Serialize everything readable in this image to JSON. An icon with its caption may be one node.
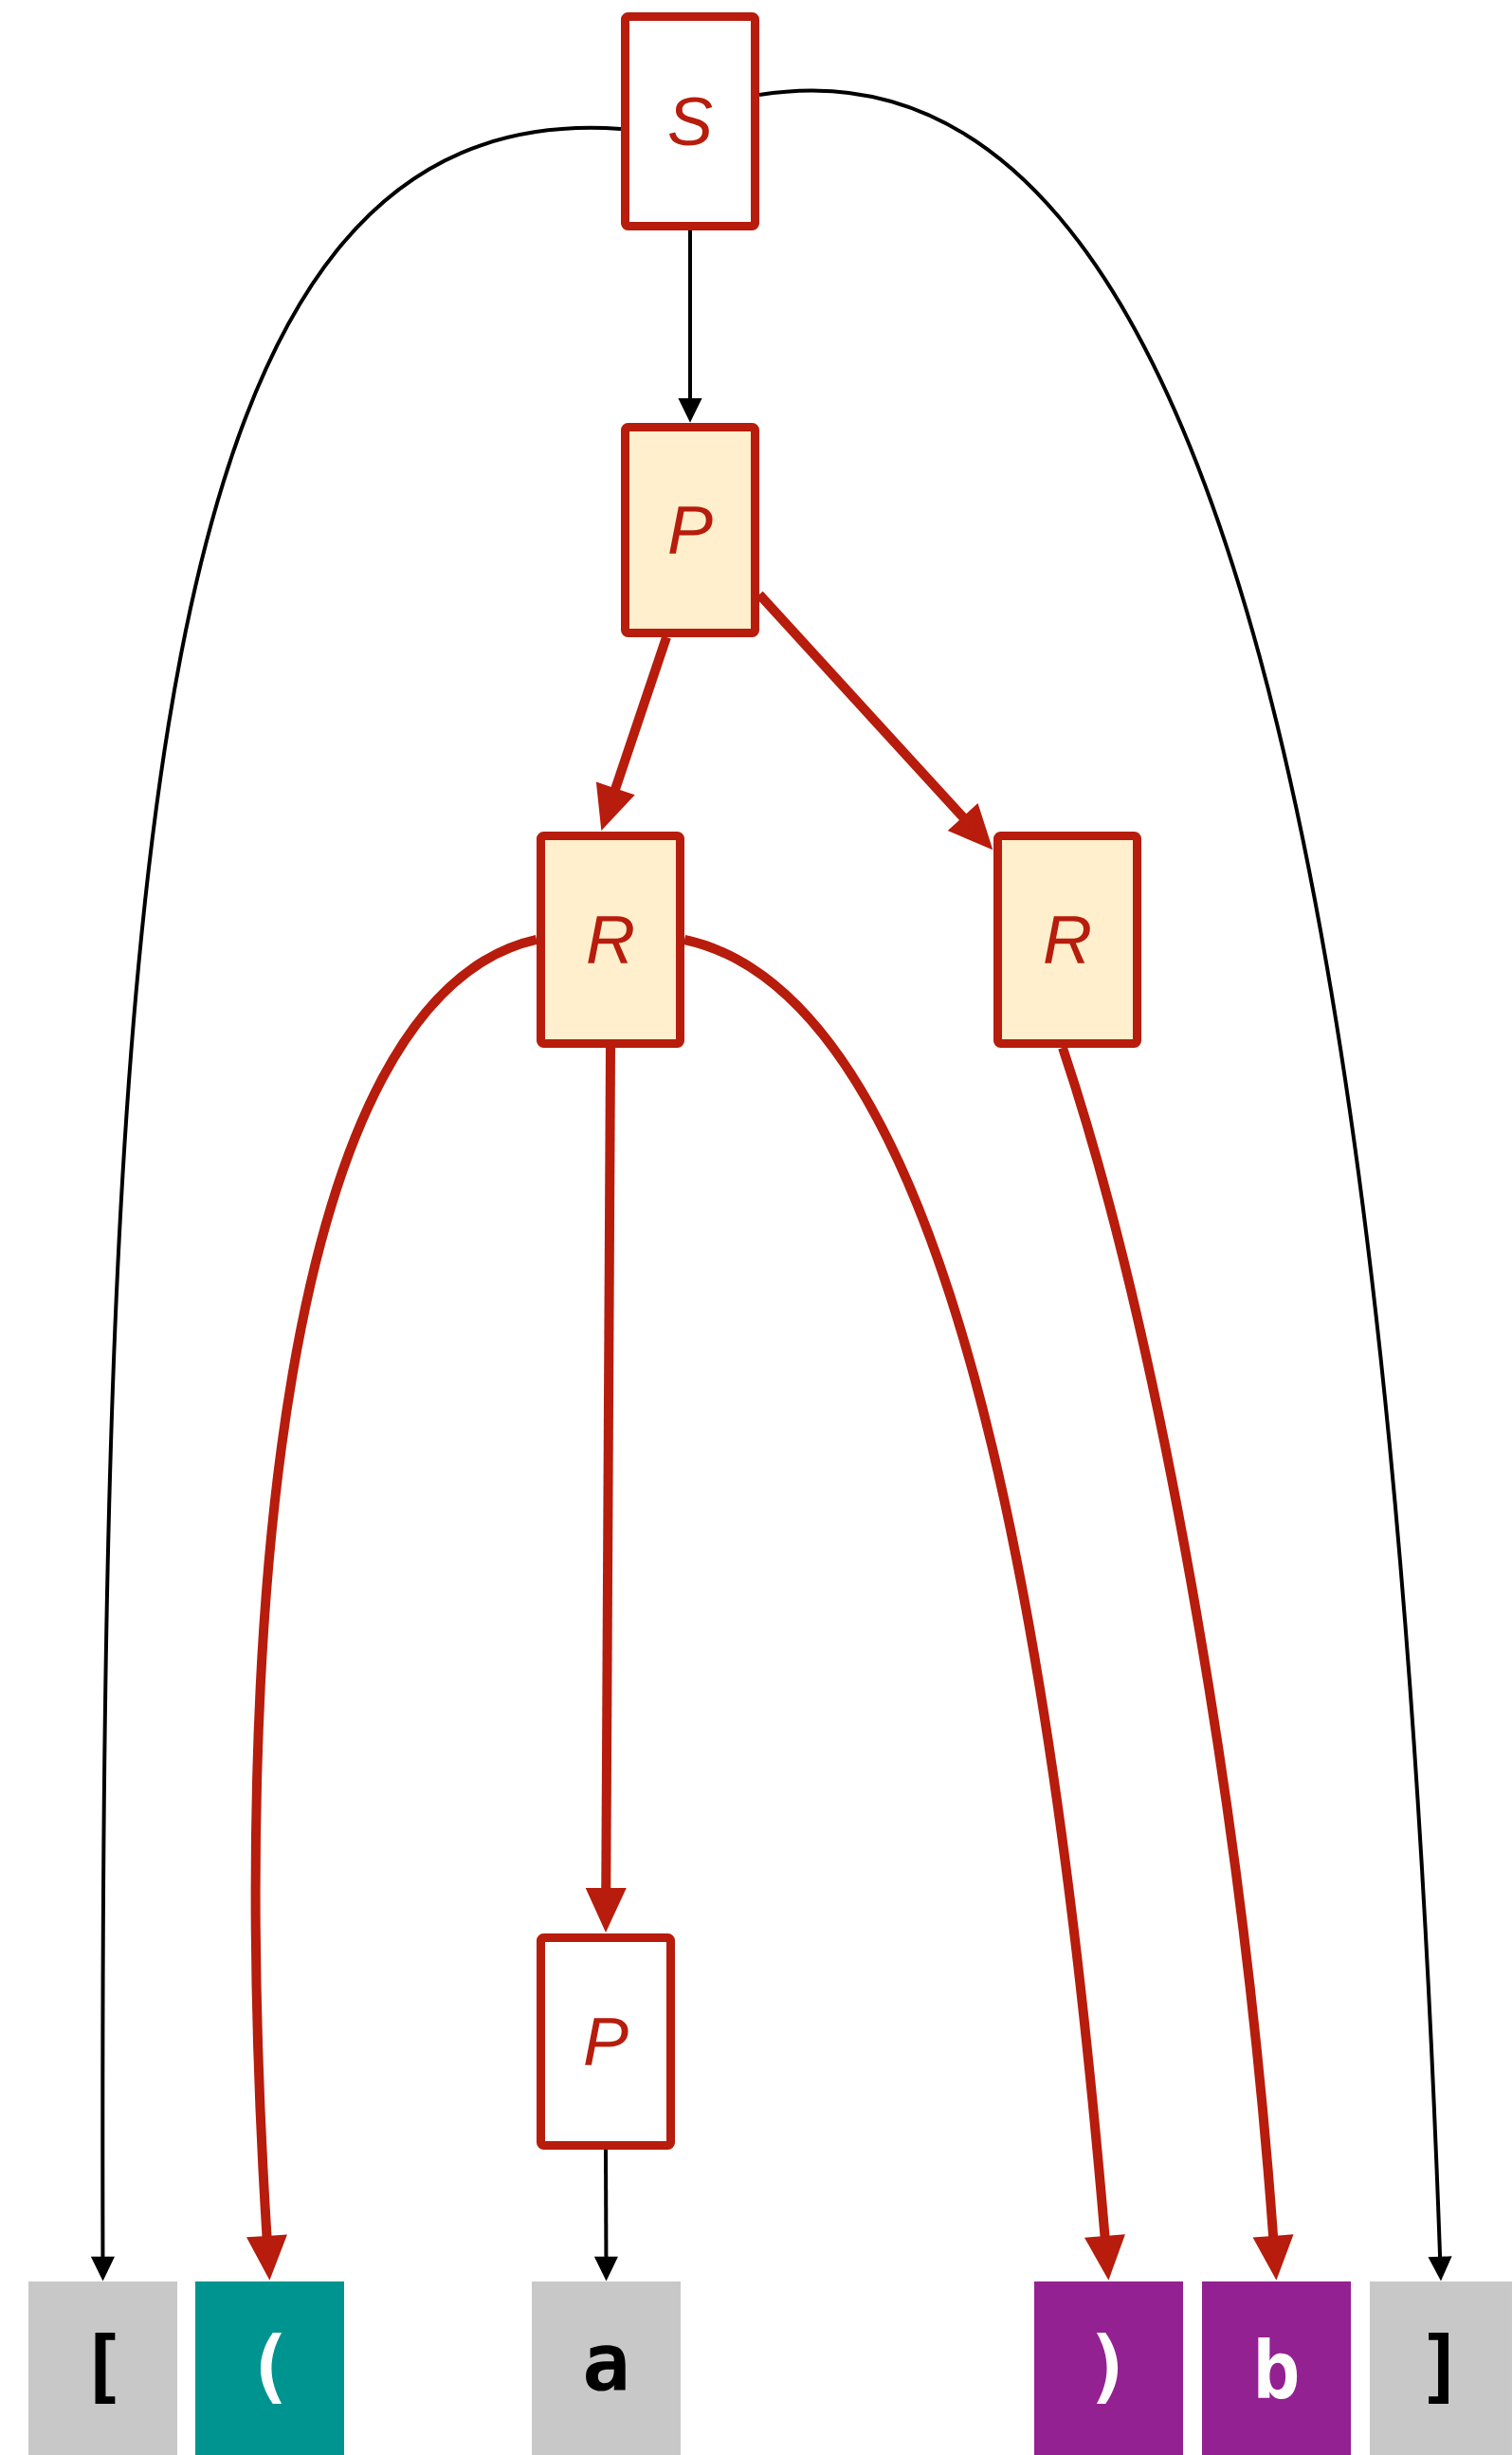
{
  "diagram": {
    "nodes": [
      {
        "text": [
          "S"
        ]
      },
      {
        "text": [
          "P"
        ]
      },
      {
        "text": [
          "R"
        ]
      },
      {
        "text": [
          "R"
        ]
      },
      {
        "text": [
          "P"
        ]
      },
      {
        "text": [
          "["
        ]
      },
      {
        "text": [
          "("
        ]
      },
      {
        "text": [
          "a"
        ]
      },
      {
        "text": [
          ")"
        ]
      },
      {
        "text": [
          "b"
        ]
      },
      {
        "text": [
          "]"
        ]
      }
    ],
    "edges": [
      {
        "from": 0,
        "to": 5,
        "arrow": "to",
        "color": "#000000"
      },
      {
        "from": 0,
        "to": 1,
        "arrow": "to",
        "color": "#000000"
      },
      {
        "from": 0,
        "to": 10,
        "arrow": "to",
        "color": "#000000"
      },
      {
        "from": 1,
        "to": 2,
        "arrow": "to"
      },
      {
        "from": 1,
        "to": 3,
        "arrow": "to"
      },
      {
        "from": 2,
        "to": 6,
        "arrow": "to"
      },
      {
        "from": 2,
        "to": 4,
        "arrow": "to"
      },
      {
        "from": 2,
        "to": 8,
        "arrow": "to"
      },
      {
        "from": 3,
        "to": 9,
        "arrow": "to"
      },
      {
        "from": 4,
        "to": 7,
        "arrow": "to",
        "color": "#000000"
      }
    ]
  }
}
